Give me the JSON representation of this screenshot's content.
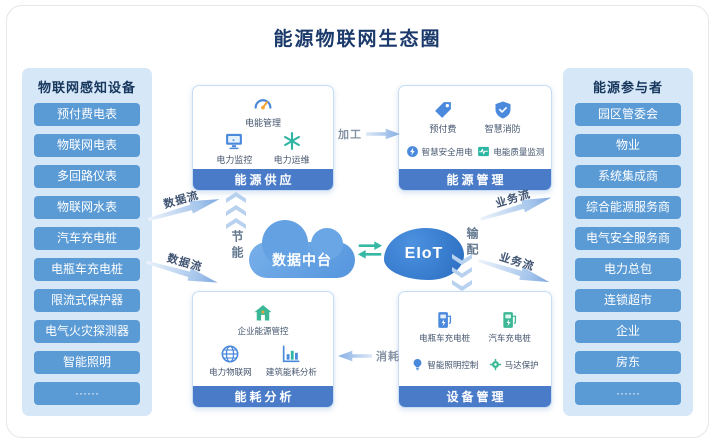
{
  "title": "能源物联网生态圈",
  "left_panel": {
    "header": "物联网感知设备",
    "items": [
      "预付费电表",
      "物联网电表",
      "多回路仪表",
      "物联网水表",
      "汽车充电桩",
      "电瓶车充电桩",
      "限流式保护器",
      "电气火灾探测器",
      "智能照明",
      "······"
    ]
  },
  "right_panel": {
    "header": "能源参与者",
    "items": [
      "园区管委会",
      "物业",
      "系统集成商",
      "综合能源服务商",
      "电气安全服务商",
      "电力总包",
      "连锁超市",
      "企业",
      "房东",
      "······"
    ]
  },
  "center": {
    "cloud_label": "数据中台",
    "eiot_label": "EIoT"
  },
  "boxes": {
    "supply": {
      "title": "能源供应",
      "items": [
        {
          "label": "电能管理",
          "icon": "gauge-icon"
        },
        {
          "label": "电力监控",
          "icon": "monitor-icon"
        },
        {
          "label": "电力运维",
          "icon": "asterisk-icon"
        }
      ]
    },
    "management": {
      "title": "能源管理",
      "items": [
        {
          "label": "预付费",
          "icon": "price-tag-icon"
        },
        {
          "label": "智慧消防",
          "icon": "shield-icon"
        },
        {
          "label": "智慧安全用电",
          "icon": "bolt-circle-icon"
        },
        {
          "label": "电能质量监测",
          "icon": "pulse-icon"
        }
      ]
    },
    "analysis": {
      "title": "能耗分析",
      "items": [
        {
          "label": "企业能源管控",
          "icon": "eco-house-icon"
        },
        {
          "label": "电力物联网",
          "icon": "globe-icon"
        },
        {
          "label": "建筑能耗分析",
          "icon": "bar-chart-icon"
        }
      ]
    },
    "device": {
      "title": "设备管理",
      "items": [
        {
          "label": "电瓶车充电桩",
          "icon": "charging-pile-icon"
        },
        {
          "label": "汽车充电桩",
          "icon": "car-charger-icon"
        },
        {
          "label": "智能照明控制",
          "icon": "bulb-icon"
        },
        {
          "label": "马达保护",
          "icon": "motor-icon"
        }
      ]
    }
  },
  "flows": {
    "data_flow_top": "数据流",
    "data_flow_bottom": "数据流",
    "business_flow_top": "业务流",
    "business_flow_bottom": "业务流",
    "processing": "加工",
    "consumption": "消耗",
    "energy_saving": "节能",
    "distribution": "输配"
  },
  "colors": {
    "panel_bg": "#d6e7f8",
    "item_blue": "#5b9bd5",
    "bar_blue": "#4a7bc8",
    "title_navy": "#1b3a6b",
    "eiot_blue": "#2e75c8",
    "teal_accent": "#2fb5a3"
  }
}
